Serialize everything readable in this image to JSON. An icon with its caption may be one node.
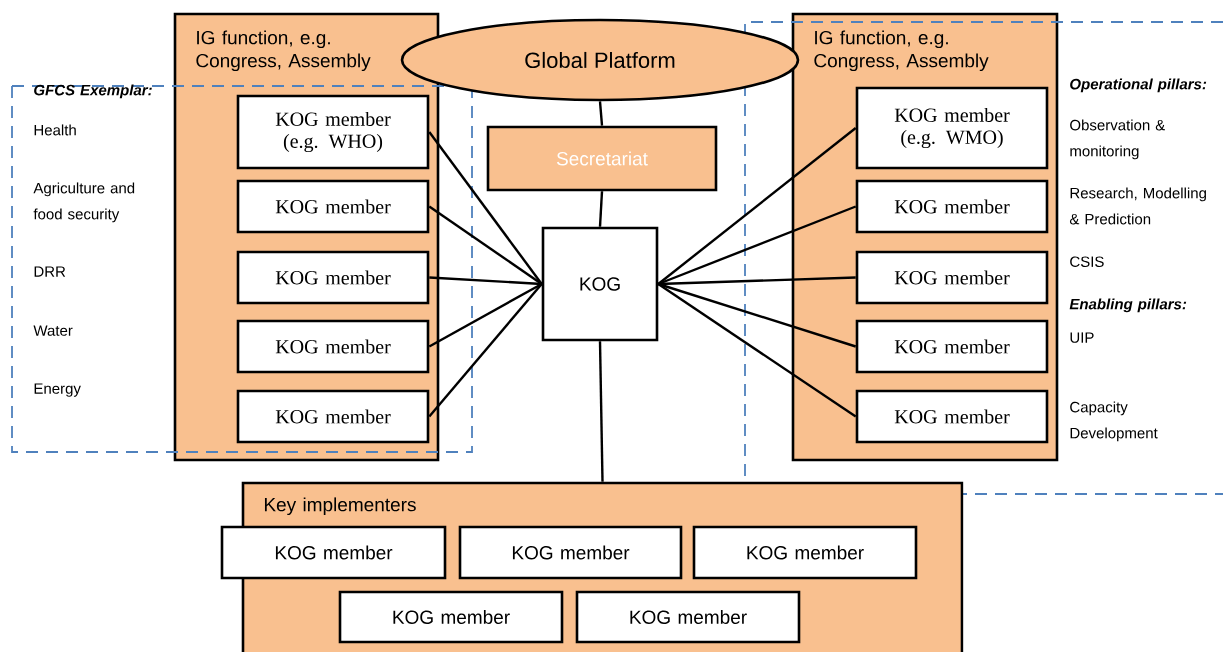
{
  "diagram": {
    "nodes": [
      {
        "text": [
          "Global Platform"
        ]
      },
      {
        "text": [
          "Secretariat"
        ]
      },
      {
        "text": [
          "KOG"
        ]
      },
      {
        "text": [
          "IG function, e.g. Congress, Assembly"
        ]
      },
      {
        "text": [
          "KOG member (e.g. WHO)"
        ],
        "in": 3
      },
      {
        "text": [
          "KOG member"
        ],
        "in": 3
      },
      {
        "text": [
          "KOG member"
        ],
        "in": 3
      },
      {
        "text": [
          "KOG member"
        ],
        "in": 3
      },
      {
        "text": [
          "KOG member"
        ],
        "in": 3
      },
      {
        "text": [
          "IG function, e.g. Congress, Assembly"
        ]
      },
      {
        "text": [
          "KOG member (e.g. WMO)"
        ],
        "in": 9
      },
      {
        "text": [
          "KOG member"
        ],
        "in": 9
      },
      {
        "text": [
          "KOG member"
        ],
        "in": 9
      },
      {
        "text": [
          "KOG member"
        ],
        "in": 9
      },
      {
        "text": [
          "KOG member"
        ],
        "in": 9
      },
      {
        "text": [
          "Key implementers"
        ]
      },
      {
        "text": [
          "KOG member"
        ],
        "in": 15
      },
      {
        "text": [
          "KOG member"
        ],
        "in": 15
      },
      {
        "text": [
          "KOG member"
        ],
        "in": 15
      },
      {
        "text": [
          "KOG member"
        ],
        "in": 15
      },
      {
        "text": [
          "KOG member"
        ],
        "in": 15
      }
    ],
    "edges": [
      {
        "from": 0,
        "to": 1,
        "arrow": "none"
      },
      {
        "from": 1,
        "to": 2,
        "arrow": "none"
      },
      {
        "from": 2,
        "to": 4,
        "arrow": "none"
      },
      {
        "from": 2,
        "to": 5,
        "arrow": "none"
      },
      {
        "from": 2,
        "to": 6,
        "arrow": "none"
      },
      {
        "from": 2,
        "to": 7,
        "arrow": "none"
      },
      {
        "from": 2,
        "to": 8,
        "arrow": "none"
      },
      {
        "from": 2,
        "to": 10,
        "arrow": "none"
      },
      {
        "from": 2,
        "to": 11,
        "arrow": "none"
      },
      {
        "from": 2,
        "to": 12,
        "arrow": "none"
      },
      {
        "from": 2,
        "to": 13,
        "arrow": "none"
      },
      {
        "from": 2,
        "to": 14,
        "arrow": "none"
      },
      {
        "from": 2,
        "to": 15,
        "arrow": "none"
      }
    ],
    "labels": [
      "GFCS Exemplar:",
      "Health",
      "Agriculture and food security",
      "DRR",
      "Water",
      "Energy",
      "Operational pillars:",
      "Observation & monitoring",
      "Research, Modelling & Prediction",
      "CSIS",
      "Enabling pillars:",
      "UIP",
      "Capacity Development"
    ]
  }
}
